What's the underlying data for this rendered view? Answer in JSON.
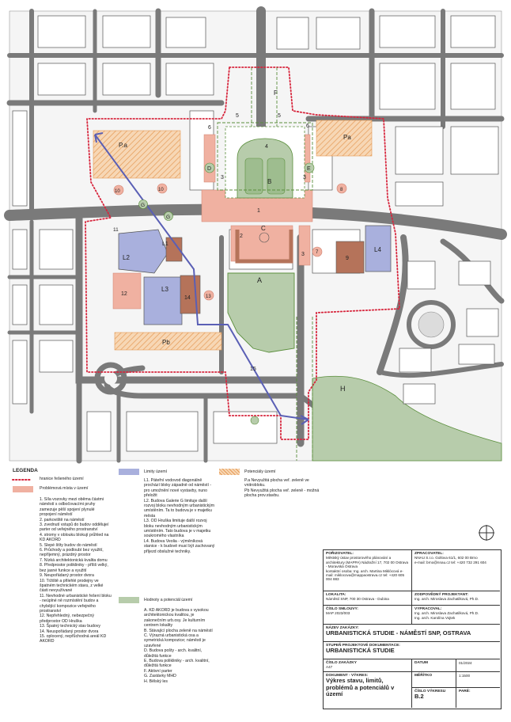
{
  "map": {
    "labels": {
      "pa_left": "P.a",
      "pa_right": "Pa",
      "f": "F",
      "e": "E",
      "d": "D",
      "b": "B",
      "c": "C",
      "a": "A",
      "g1": "G",
      "g2": "G",
      "h": "H",
      "pb": "Pb",
      "l1": "L1",
      "l2": "L2",
      "l3": "L3",
      "l4": "L4",
      "n1": "1",
      "n2": "2",
      "n3a": "3",
      "n3b": "3",
      "n3c": "3",
      "n4": "4",
      "n5a": "5",
      "n5b": "5",
      "n6a": "6",
      "n6b": "6",
      "n7": "7",
      "n8": "8",
      "n9": "9",
      "n10a": "10",
      "n10b": "10",
      "n11": "11",
      "n12": "12",
      "n13": "13",
      "n14": "14",
      "n15": "15"
    },
    "colors": {
      "road": "#7a7a7a",
      "block": "#ffffff",
      "building": "#ffffff",
      "red_line": "#d7263d",
      "problem": "#f0b1a1",
      "potential": "#f5c9a0",
      "limit": "#a9b0dd",
      "value": "#b7ccab",
      "green_line": "#5b8f3d",
      "arrow": "#5a5fb5"
    }
  },
  "legend": {
    "title": "LEGENDA",
    "boundary": "hranice řešeného území",
    "problem_title": "Problémová místa v území",
    "problems": [
      "1. Síla vozovky mezi oběma částmi náměstí s odbočovacími pruhy zamezuje pěší spojení plynulé propojení náměstí",
      "2. parkoviště na náměstí",
      "3. zvednutí vstupů do budov oddělujeí parter od veřejného prostranství",
      "4. stromy v oblouku blokují průhled na KD AKORD",
      "5. Slepé štíty budov do náměstí",
      "6. Průchody a podloubí bez využití, nepříjemný, prázdný prostor",
      "7. Nízká architektonická kvalita domu",
      "8. Předprostor polikliniky - příliš velký, bez jasné funkce a využití",
      "9. Neupořádaný prostor dvora",
      "10. Tržiště a přilehlé prodejny ve špatném technickém stavu, z velké části nevyužívané",
      "11. Nevhodné urbanistické řešení bloku - neúplné ně rozmístění budov a chybějící kompozice veřejného prostranství",
      "12. Nepřehledný, nebezpečný předprostor OD Hruška",
      "13. Špatný technický stav budovy",
      "14. Neuspořádaný prostor dvora",
      "15. oplocený, nepřůchodná areál KD AKORD"
    ],
    "limit_title": "Limity území",
    "limits": [
      "L1. Páteřní vodovod diagonálně prochází bloky západně od náměstí - pro umožnění nové vystavby, nuno přeložit",
      "L2. Budova Galerie G limituje další rozvoj bloku nevhodným urbanistickým umístěním. Ta to budova je v majetku města",
      "L3. OD Hruška limituje další rozvoj bloku nevhodným urbanistickým umístěním. Tato budova je v majetku soukromého vlastníka",
      "L4. Budova Veolia - výměníková stanice - k budově musí být zachovaný příjezd obslužné techniky."
    ],
    "value_title": "Hodnoty a potenciál území",
    "values": [
      "A. KD AKORD je budova s vysokou architektonickou kvalitou, je zakonečním urb.osy. Je kulturním centrem lokality",
      "B. Stávající plocha zeleně na náměstí",
      "C. Výrazná urbanistická osa a symetrická kompozice; náměstí je uzavřené",
      "D. Budova pošty - arch. kvalitní, důležitá funkce",
      "E. Budova polikliniky - arch. kvalitní, důležitá funkce",
      "F. Aktivní parter",
      "G. Zastávky MHD",
      "H. Bělský les"
    ],
    "potential_title": "Potenciály území",
    "potentials": [
      "P.a Nevyužitá plocha veř. zeleně ve vnitrobloku.",
      "Pb Nevyužitá plocha veř. zeleně - možná plocha prov.stavbu."
    ]
  },
  "title_block": {
    "client_label": "POŘIZOVATEL:",
    "client_text": "Městský ústav prostorového plánování a architektury (MAPPA) Nádražní 17, 702 00 Ostrava - Moravská Ostrava",
    "client_contact": "kontaktní osoba: Ing. arch. Martina Miklócová e-mail: miklocova@mappaostrava.cz tel: +420 605 004 883",
    "author_label": "ZPRACOVATEL:",
    "author_text": "NNAU S.r.o. Gollova 61/1, 602 00 Brno",
    "author_contact": "e-mail: brno@nnau.cz tel: +420 732 291 604",
    "locality_label": "LOKALITA:",
    "locality_value": "Náměstí SNP, 700 30 Ostrava - Dubina",
    "agreement_label": "ČÍSLO SMLOUVY:",
    "agreement_value": "MAP 2023/003",
    "chief_label": "ZODPOVĚDNÝ PROJEKTANT:",
    "chief_value": "Ing. arch. Miroslava Zachatilková, Ph.D.",
    "drawn_label": "VYPRACOVAL:",
    "drawn_value_1": "Ing. arch. Miroslava Zachatilková, Ph.D.",
    "drawn_value_2": "Ing. arch. Karolína Vojtek",
    "order_label": "NÁZEV ZAKÁZKY:",
    "order_value": "URBANISTICKÁ STUDIE - NÁMĚSTÍ SNP, OSTRAVA",
    "stage_label": "STUPEŇ PROJEKTOVÉ DOKUMENTACE:",
    "stage_value": "URBANISTICKÁ STUDIE",
    "number_label": "ČÍSLO ZAKÁZKY",
    "number_value": "A47",
    "doc_label": "DOKUMENT - VÝKRES:",
    "doc_value": "Výkres stavu, limitů, problémů a potenciálů v území",
    "date_label": "DATUM",
    "date_value": "01/2024",
    "scale_label": "MĚŘÍTKO",
    "scale_value": "1:1500",
    "sheet_label": "ČÍSLO VÝKRESU",
    "sheet_value": "B.2",
    "copy_label": "PARÉ:"
  }
}
